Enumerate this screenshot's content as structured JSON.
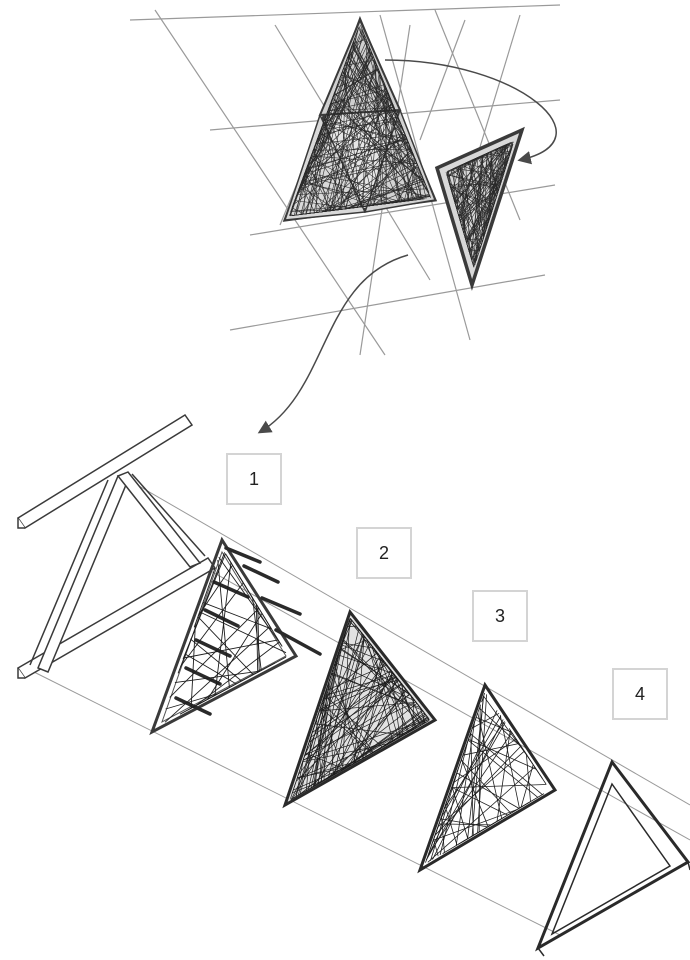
{
  "labels": [
    "1",
    "2",
    "3",
    "4"
  ],
  "colors": {
    "line": "#9a9a9a",
    "frame": "#3a3a3a",
    "weave": "#1e1e1e",
    "arrow": "#4a4a4a",
    "box_border": "#d4d4d4"
  }
}
